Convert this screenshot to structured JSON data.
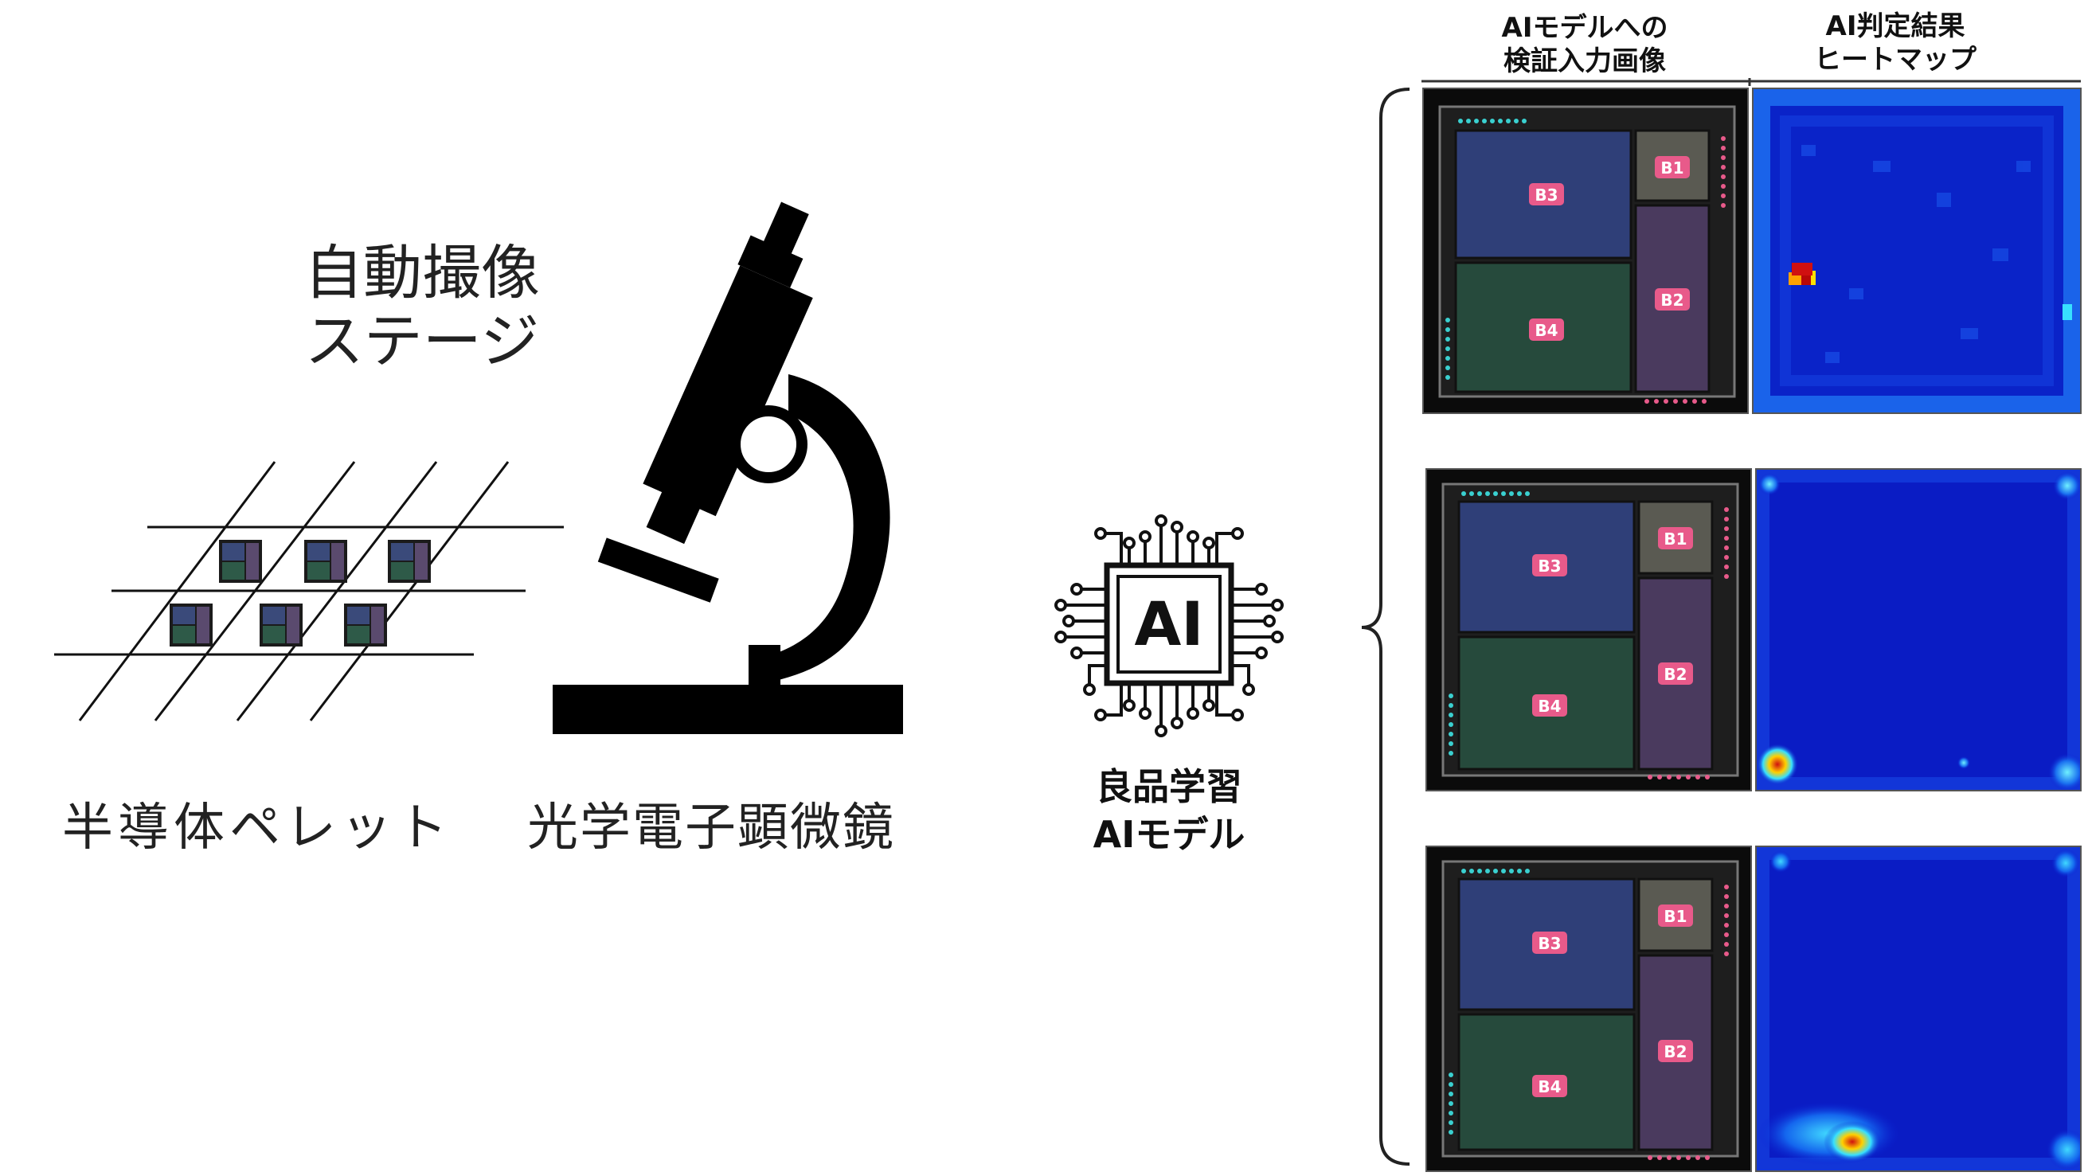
{
  "left": {
    "stage_label": [
      "自動撮像",
      "ステージ"
    ],
    "pellet_label": "半導体ペレット",
    "microscope_label": "光学電子顕微鏡"
  },
  "ai": {
    "chip_text": "AI",
    "model_label": [
      "良品学習",
      "AIモデル"
    ]
  },
  "columns": {
    "input_header": [
      "AIモデルへの",
      "検証入力画像"
    ],
    "heatmap_header": [
      "AI判定結果",
      "ヒートマップ"
    ]
  },
  "chip_blocks": {
    "b1": "B1",
    "b2": "B2",
    "b3": "B3",
    "b4": "B4"
  },
  "colors": {
    "block_b3": "#2f3f78",
    "block_b4": "#264a3c",
    "block_b1": "#5a5a52",
    "block_b2": "#4a3a5e",
    "badge": "#e85a8a",
    "heatmap_base": "#0a1fd0",
    "heatmap_hot": "#d01010"
  }
}
